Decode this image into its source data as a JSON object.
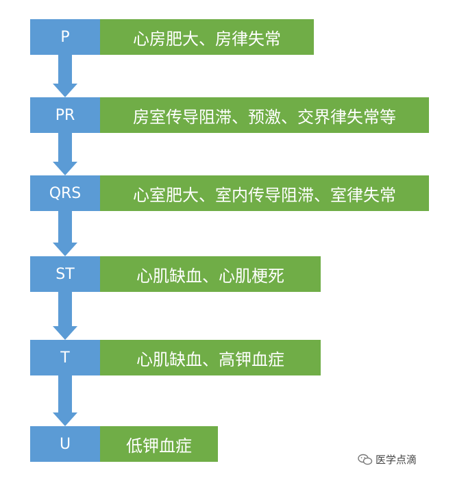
{
  "flow": [
    {
      "wave": "P",
      "desc": "心房肥大、房律失常"
    },
    {
      "wave": "PR",
      "desc": "房室传导阻滞、预激、交界律失常等"
    },
    {
      "wave": "QRS",
      "desc": "心室肥大、室内传导阻滞、室律失常"
    },
    {
      "wave": "ST",
      "desc": "心肌缺血、心肌梗死"
    },
    {
      "wave": "T",
      "desc": "心肌缺血、高钾血症"
    },
    {
      "wave": "U",
      "desc": "低钾血症"
    }
  ],
  "watermark": {
    "text": "医学点滴",
    "icon": "wechat-icon"
  },
  "colors": {
    "wave_box": "#5b9bd5",
    "desc_box": "#70ad47",
    "arrow": "#5b9bd5"
  }
}
